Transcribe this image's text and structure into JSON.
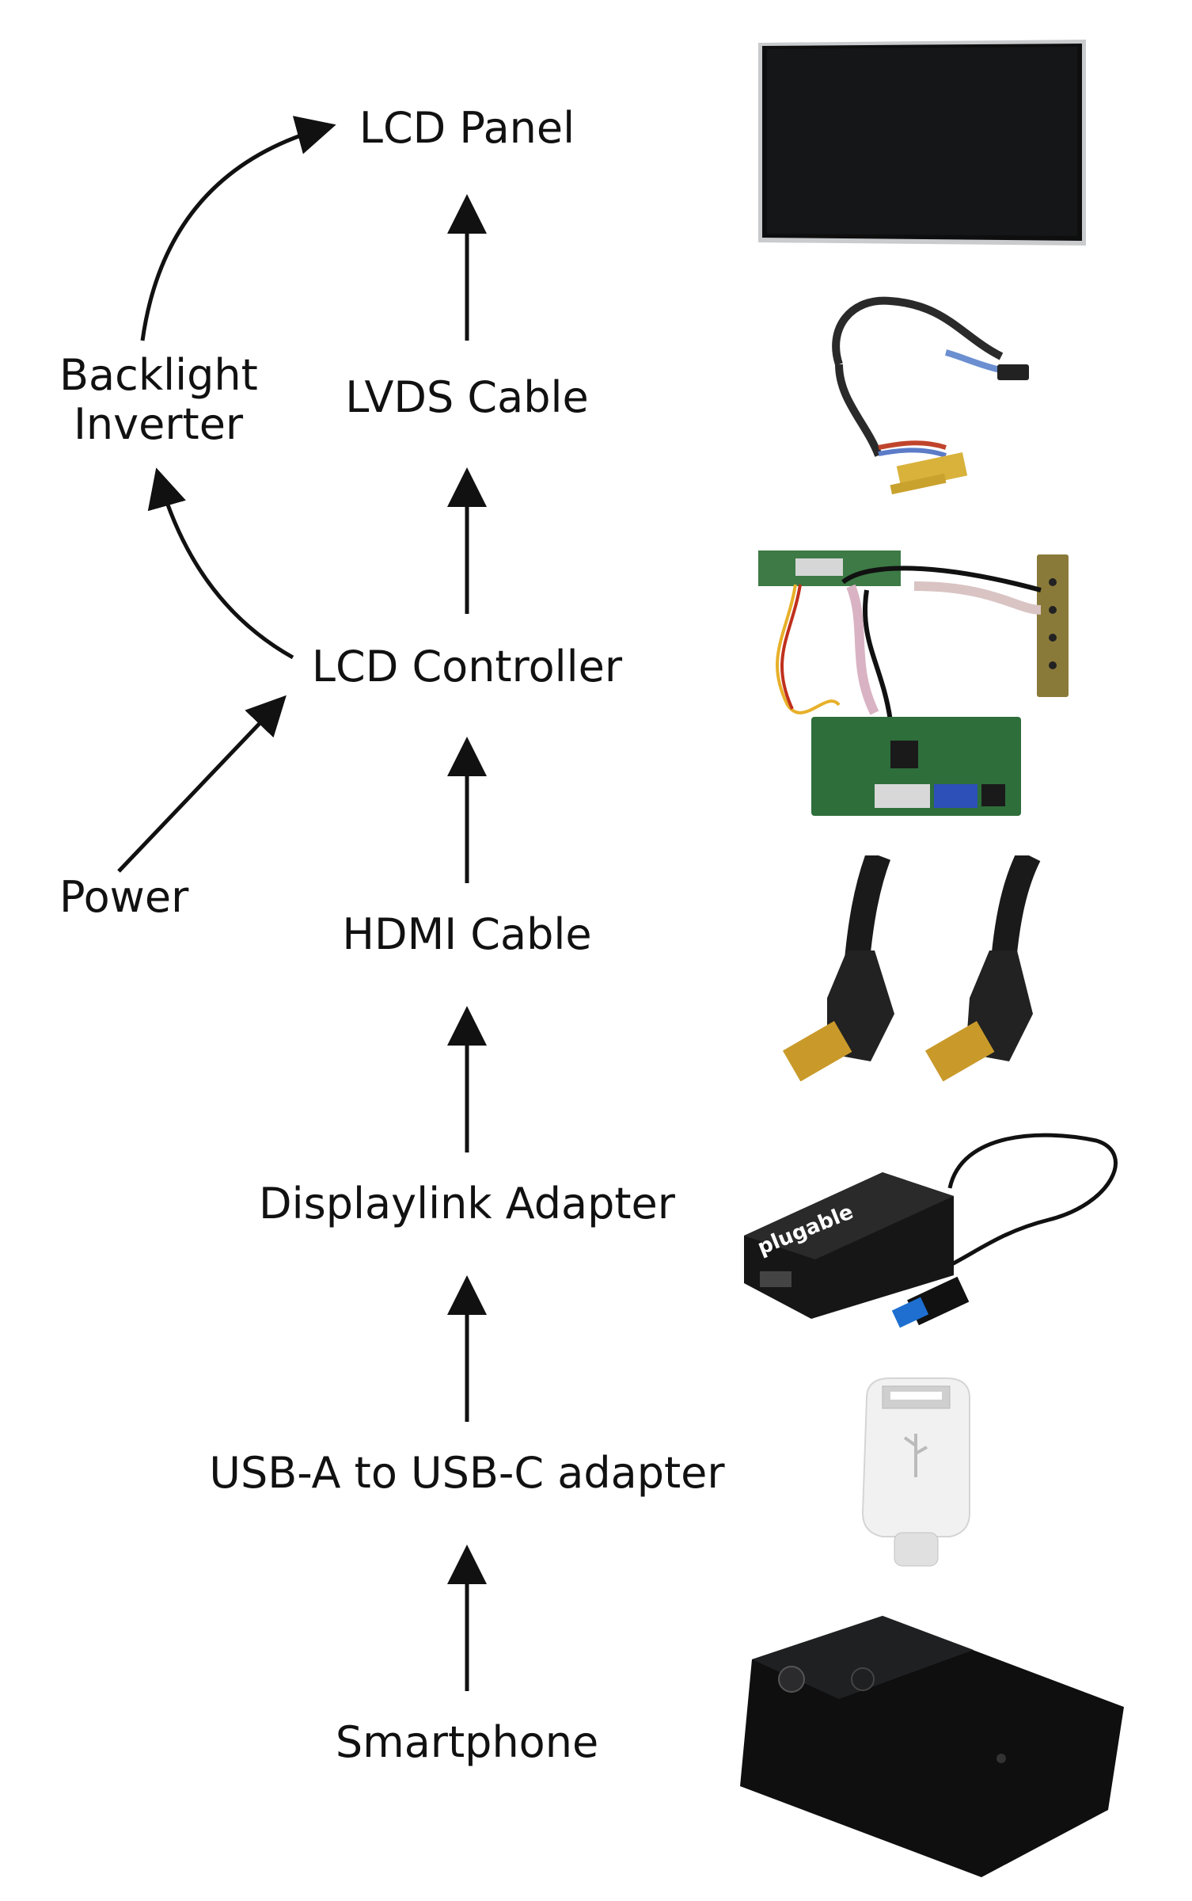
{
  "nodes": {
    "lcd_panel": "LCD Panel",
    "lvds_cable": "LVDS Cable",
    "backlight_inverter": [
      "Backlight",
      "Inverter"
    ],
    "lcd_controller": "LCD Controller",
    "power": "Power",
    "hdmi_cable": "HDMI Cable",
    "displaylink_adapter": "Displaylink Adapter",
    "usb_adapter": "USB-A to USB-C adapter",
    "smartphone": "Smartphone"
  },
  "brand_text": "plugable",
  "edges": [
    [
      "Smartphone",
      "USB-A to USB-C adapter"
    ],
    [
      "USB-A to USB-C adapter",
      "Displaylink Adapter"
    ],
    [
      "Displaylink Adapter",
      "HDMI Cable"
    ],
    [
      "HDMI Cable",
      "LCD Controller"
    ],
    [
      "Power",
      "LCD Controller"
    ],
    [
      "LCD Controller",
      "LVDS Cable"
    ],
    [
      "LCD Controller",
      "Backlight Inverter"
    ],
    [
      "LVDS Cable",
      "LCD Panel"
    ],
    [
      "Backlight Inverter",
      "LCD Panel"
    ]
  ],
  "colors": {
    "ink": "#111111",
    "board_green": "#2f6b3a",
    "usb_blue": "#1e6fd0"
  }
}
